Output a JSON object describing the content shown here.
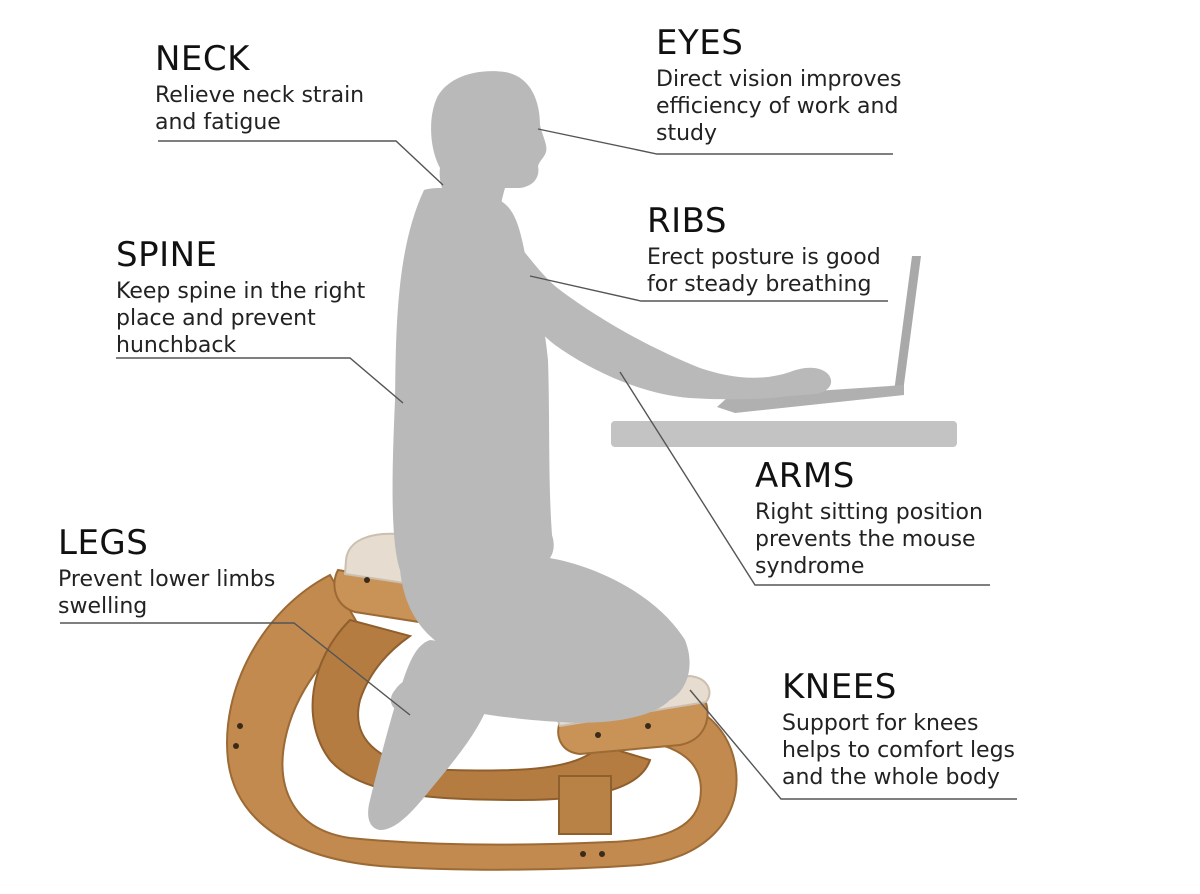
{
  "colors": {
    "silhouette": "#b9b9b9",
    "wood": "#c28a4f",
    "wood_dark": "#a96f37",
    "cushion": "#e6dccf",
    "desk": "#bdbdbd",
    "leader_line": "#555555"
  },
  "labels": {
    "neck": {
      "title": "NECK",
      "lines": [
        "Relieve neck strain",
        "and fatigue"
      ]
    },
    "eyes": {
      "title": "EYES",
      "lines": [
        "Direct vision improves",
        "efficiency of work and",
        "study"
      ]
    },
    "ribs": {
      "title": "RIBS",
      "lines": [
        "Erect posture is good",
        "for steady breathing"
      ]
    },
    "spine": {
      "title": "SPINE",
      "lines": [
        "Keep spine in the right",
        "place and prevent",
        "hunchback"
      ]
    },
    "arms": {
      "title": "ARMS",
      "lines": [
        "Right sitting position",
        "prevents the mouse",
        "syndrome"
      ]
    },
    "legs": {
      "title": "LEGS",
      "lines": [
        "Prevent lower limbs",
        "swelling"
      ]
    },
    "knees": {
      "title": "KNEES",
      "lines": [
        "Support for knees",
        "helps to comfort legs",
        "and the whole body"
      ]
    }
  }
}
